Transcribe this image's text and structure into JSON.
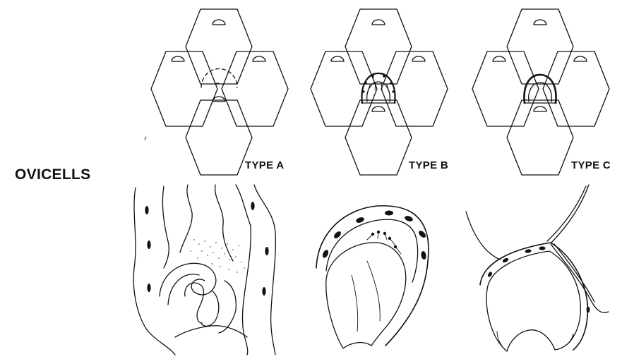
{
  "figure": {
    "main_label": "OVICELLS",
    "panels": [
      {
        "id": "a",
        "label": "TYPE A"
      },
      {
        "id": "b",
        "label": "TYPE B"
      },
      {
        "id": "c",
        "label": "TYPE C"
      }
    ]
  }
}
